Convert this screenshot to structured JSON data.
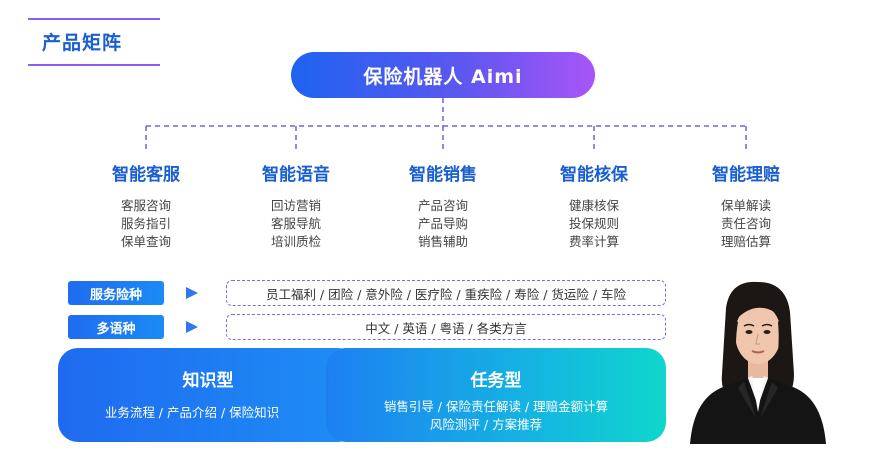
{
  "header": {
    "title": "产品矩阵"
  },
  "root": {
    "label": "保险机器人 Aimi"
  },
  "categories": [
    {
      "title": "智能客服",
      "items": [
        "客服咨询",
        "服务指引",
        "保单查询"
      ]
    },
    {
      "title": "智能语音",
      "items": [
        "回访营销",
        "客服导航",
        "培训质检"
      ]
    },
    {
      "title": "智能销售",
      "items": [
        "产品咨询",
        "产品导购",
        "销售辅助"
      ]
    },
    {
      "title": "智能核保",
      "items": [
        "健康核保",
        "投保规则",
        "费率计算"
      ]
    },
    {
      "title": "智能理赔",
      "items": [
        "保单解读",
        "责任咨询",
        "理赔估算"
      ]
    }
  ],
  "service_types": {
    "label": "服务险种",
    "content": "员工福利 / 团险 / 意外险 / 医疗险 / 重疾险 / 寿险 / 货运险 / 车险"
  },
  "languages": {
    "label": "多语种",
    "content": "中文 / 英语 / 粤语 / 各类方言"
  },
  "knowledge": {
    "title": "知识型",
    "text": "业务流程  / 产品介绍 / 保险知识"
  },
  "task": {
    "title": "任务型",
    "line1": "销售引导 / 保险责任解读 / 理赔金额计算",
    "line2": "风险测评 / 方案推荐"
  },
  "colors": {
    "accent_blue": "#1a5fd0",
    "accent_purple": "#8b5cf6",
    "gradient_start": "#1e63f0",
    "gradient_end": "#a855f7",
    "teal": "#0fd6cc"
  }
}
